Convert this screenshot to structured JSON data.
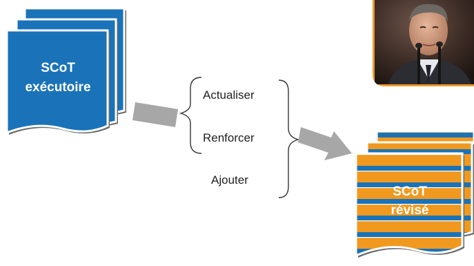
{
  "source_doc": {
    "line1": "SCoT",
    "line2": "exécutoire",
    "color": "#1a73b8"
  },
  "steps": {
    "items": [
      "Actualiser",
      "Renforcer",
      "Ajouter"
    ]
  },
  "result_doc": {
    "line1": "SCoT",
    "line2": "révisé",
    "primary_color": "#f0991e",
    "stripe_color": "#1a73b8"
  },
  "photo": {
    "accent_color": "#e89a2c"
  }
}
